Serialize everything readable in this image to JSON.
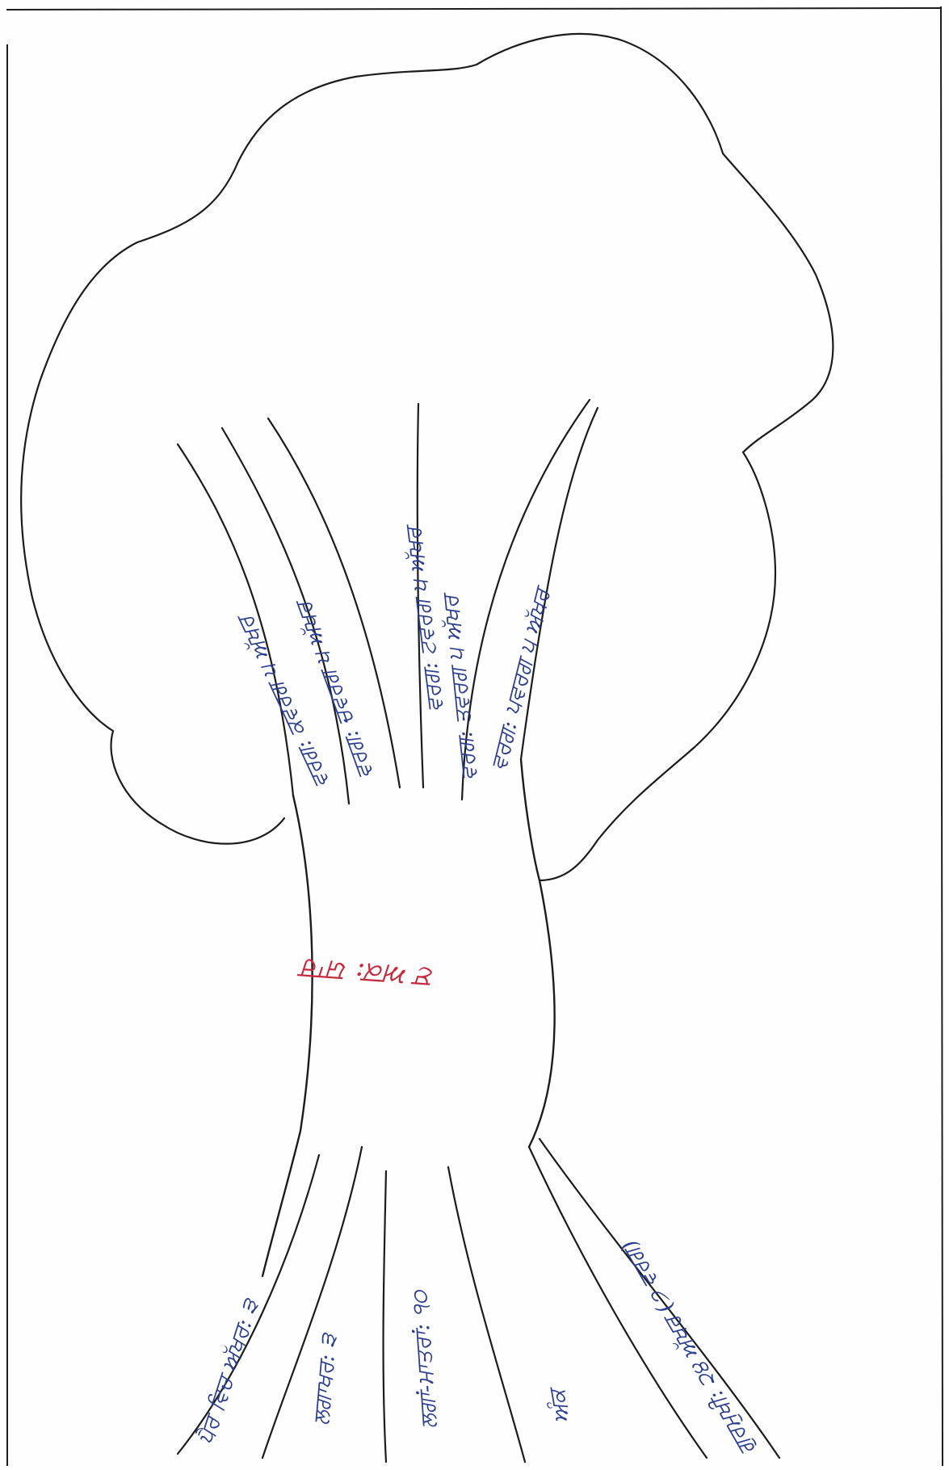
{
  "colors": {
    "ink": "#1c1c1c",
    "blue_ink": "#2a3e8f",
    "red_ink": "#c42a3c",
    "paper": "#fefefe"
  },
  "trunk_label": "ੲ ਅਕ: ਯਾਰ",
  "root_labels": [
    "ਗੁਰਮੁਖੀ: ੨੪ ਅੱਖਰ (੭ ਵਰਗ)",
    "ਅੰਕ",
    "ਲਗਾਂ-ਮਾਤਰਾਂ: ੧੦",
    "ਲਗਾਖਰ: ੩",
    "ਪੈਰ ਵਿਚ ਅੱਖਰ: ੩"
  ],
  "branch_labels": [
    "ਵਰਗ: ਕਵਰਗ ੫ ਅੱਖਰ",
    "ਵਰਗ: ਚਵਰਗ ੫ ਅੱਖਰ",
    "ਵਰਗ: ਟਵਰਗ ੫ ਅੱਖਰ",
    "ਵਰਗ: ਤਵਰਗ ੫ ਅੱਖਰ",
    "ਵਰਗ: ਪਵਰਗ ੫ ਅੱਖਰ"
  ]
}
